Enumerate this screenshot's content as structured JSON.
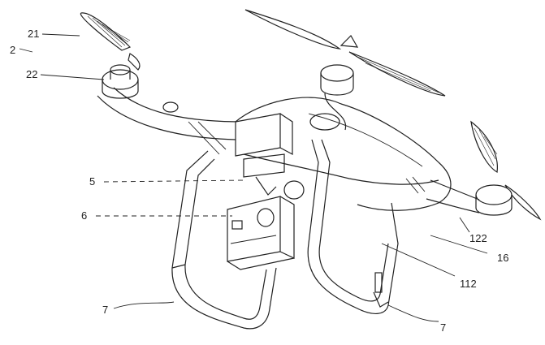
{
  "figure": {
    "labels": {
      "l21": "21",
      "l2": "2",
      "l22": "22",
      "l5": "5",
      "l6": "6",
      "l122": "122",
      "l16": "16",
      "l112": "112",
      "l7a": "7",
      "l7b": "7"
    }
  }
}
